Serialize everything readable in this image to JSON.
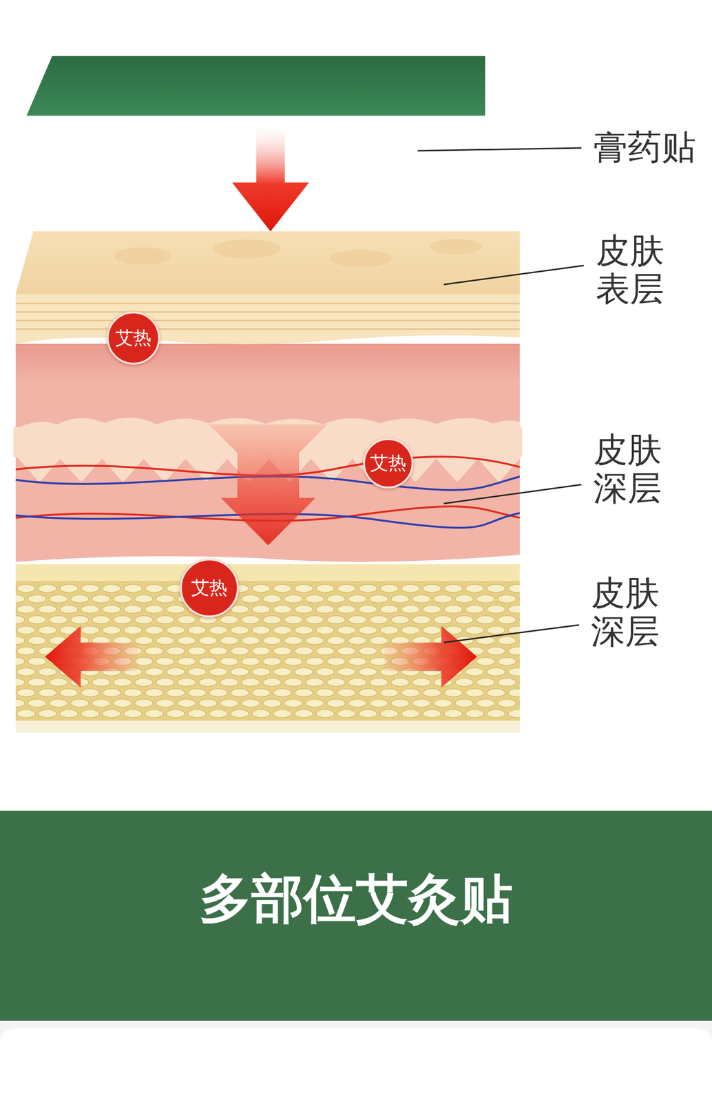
{
  "diagram": {
    "title": "多部位艾灸贴",
    "nodes": [
      {
        "text": [
          "艾热"
        ]
      },
      {
        "text": [
          "艾热"
        ]
      },
      {
        "text": [
          "艾热"
        ]
      }
    ],
    "labels": [
      "膏药贴",
      "皮肤 表层",
      "皮肤 深层",
      "皮肤 深层"
    ]
  }
}
